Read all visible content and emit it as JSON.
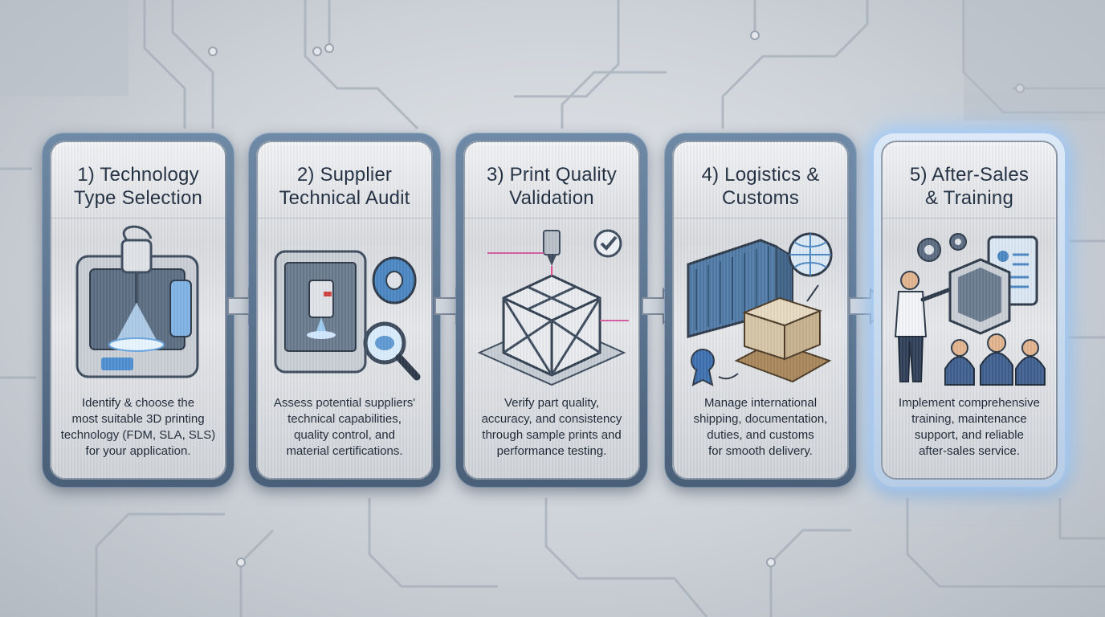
{
  "steps": [
    {
      "title": "1) Technology\nType Selection",
      "description": "Identify & choose the\nmost suitable 3D printing\ntechnology (FDM, SLA, SLS)\nfor your application.",
      "icon": "3d-printer-icon"
    },
    {
      "title": "2) Supplier\nTechnical Audit",
      "description": "Assess potential suppliers'\ntechnical capabilities,\nquality control, and\nmaterial certifications.",
      "icon": "printer-audit-icon"
    },
    {
      "title": "3) Print Quality\nValidation",
      "description": "Verify part quality,\naccuracy, and consistency\nthrough sample prints and\nperformance testing.",
      "icon": "lattice-cube-icon"
    },
    {
      "title": "4) Logistics &\nCustoms",
      "description": "Manage international\nshipping, documentation,\nduties, and customs\nfor smooth delivery.",
      "icon": "shipping-container-icon"
    },
    {
      "title": "5) After-Sales\n& Training",
      "description": "Implement comprehensive\ntraining, maintenance\nsupport, and reliable\nafter-sales service.",
      "icon": "training-session-icon",
      "highlighted": true
    }
  ],
  "colors": {
    "title_text": "#1e2c3f",
    "frame": "#4a5f78",
    "highlight_glow": "#aad2ff",
    "arrow": "#c7ced8"
  }
}
